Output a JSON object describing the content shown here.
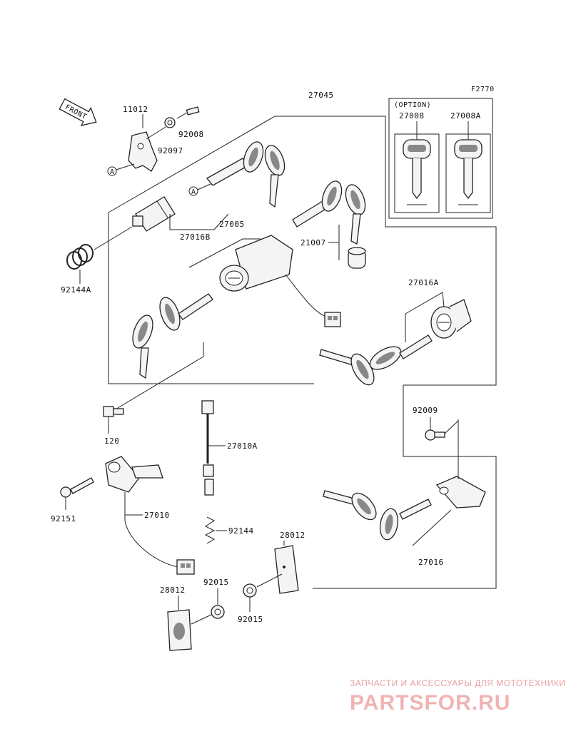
{
  "figure_code": "F2770",
  "front_arrow": "FRONT",
  "option_box": {
    "title": "(OPTION)",
    "items": [
      "27008",
      "27008A"
    ]
  },
  "labels": {
    "p27045": "27045",
    "p11012": "11012",
    "p92008": "92008",
    "p92097": "92097",
    "p27005": "27005",
    "p27016B": "27016B",
    "p21007": "21007",
    "p92144A": "92144A",
    "p27016A": "27016A",
    "p92009": "92009",
    "p120": "120",
    "p27010A": "27010A",
    "p92151": "92151",
    "p27010": "27010",
    "p92144": "92144",
    "p28012a": "28012",
    "p92015a": "92015",
    "p28012b": "28012",
    "p92015b": "92015",
    "p27016": "27016"
  },
  "ref_marker": "A",
  "watermark": {
    "tagline": "ЗАПЧАСТИ И АКСЕССУАРЫ ДЛЯ МОТОТЕХНИКИ",
    "brand": "PARTSFOR.RU"
  }
}
